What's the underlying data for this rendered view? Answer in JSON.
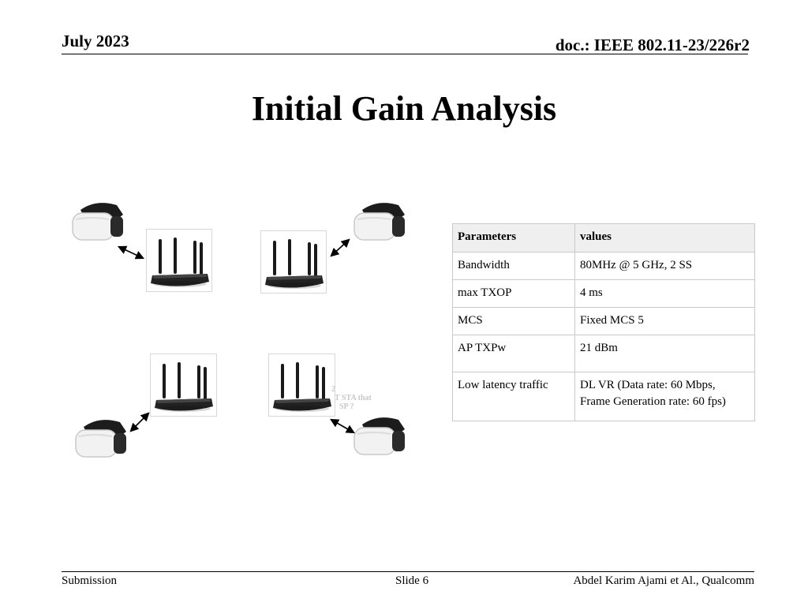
{
  "header": {
    "date": "July 2023",
    "doc_id": "doc.: IEEE 802.11-23/226r2"
  },
  "title": "Initial Gain Analysis",
  "table": {
    "headers": [
      "Parameters",
      "values"
    ],
    "rows": [
      [
        "Bandwidth",
        "80MHz @ 5 GHz, 2 SS"
      ],
      [
        "max TXOP",
        "4 ms"
      ],
      [
        "MCS",
        "Fixed MCS 5"
      ],
      [
        "AP TXPw",
        "21 dBm"
      ],
      [
        "Low latency traffic",
        "DL VR (Data rate: 60 Mbps,",
        "Frame Generation rate: 60 fps)"
      ]
    ]
  },
  "diagram": {
    "icons": [
      "vr-headset-icon",
      "wifi-router-icon",
      "bidirectional-arrow-icon"
    ],
    "ghost_text": [
      "2",
      "T STA that",
      "SP ?"
    ]
  },
  "footer": {
    "left": "Submission",
    "center": "Slide 6",
    "right": "Abdel Karim Ajami et Al., Qualcomm"
  }
}
